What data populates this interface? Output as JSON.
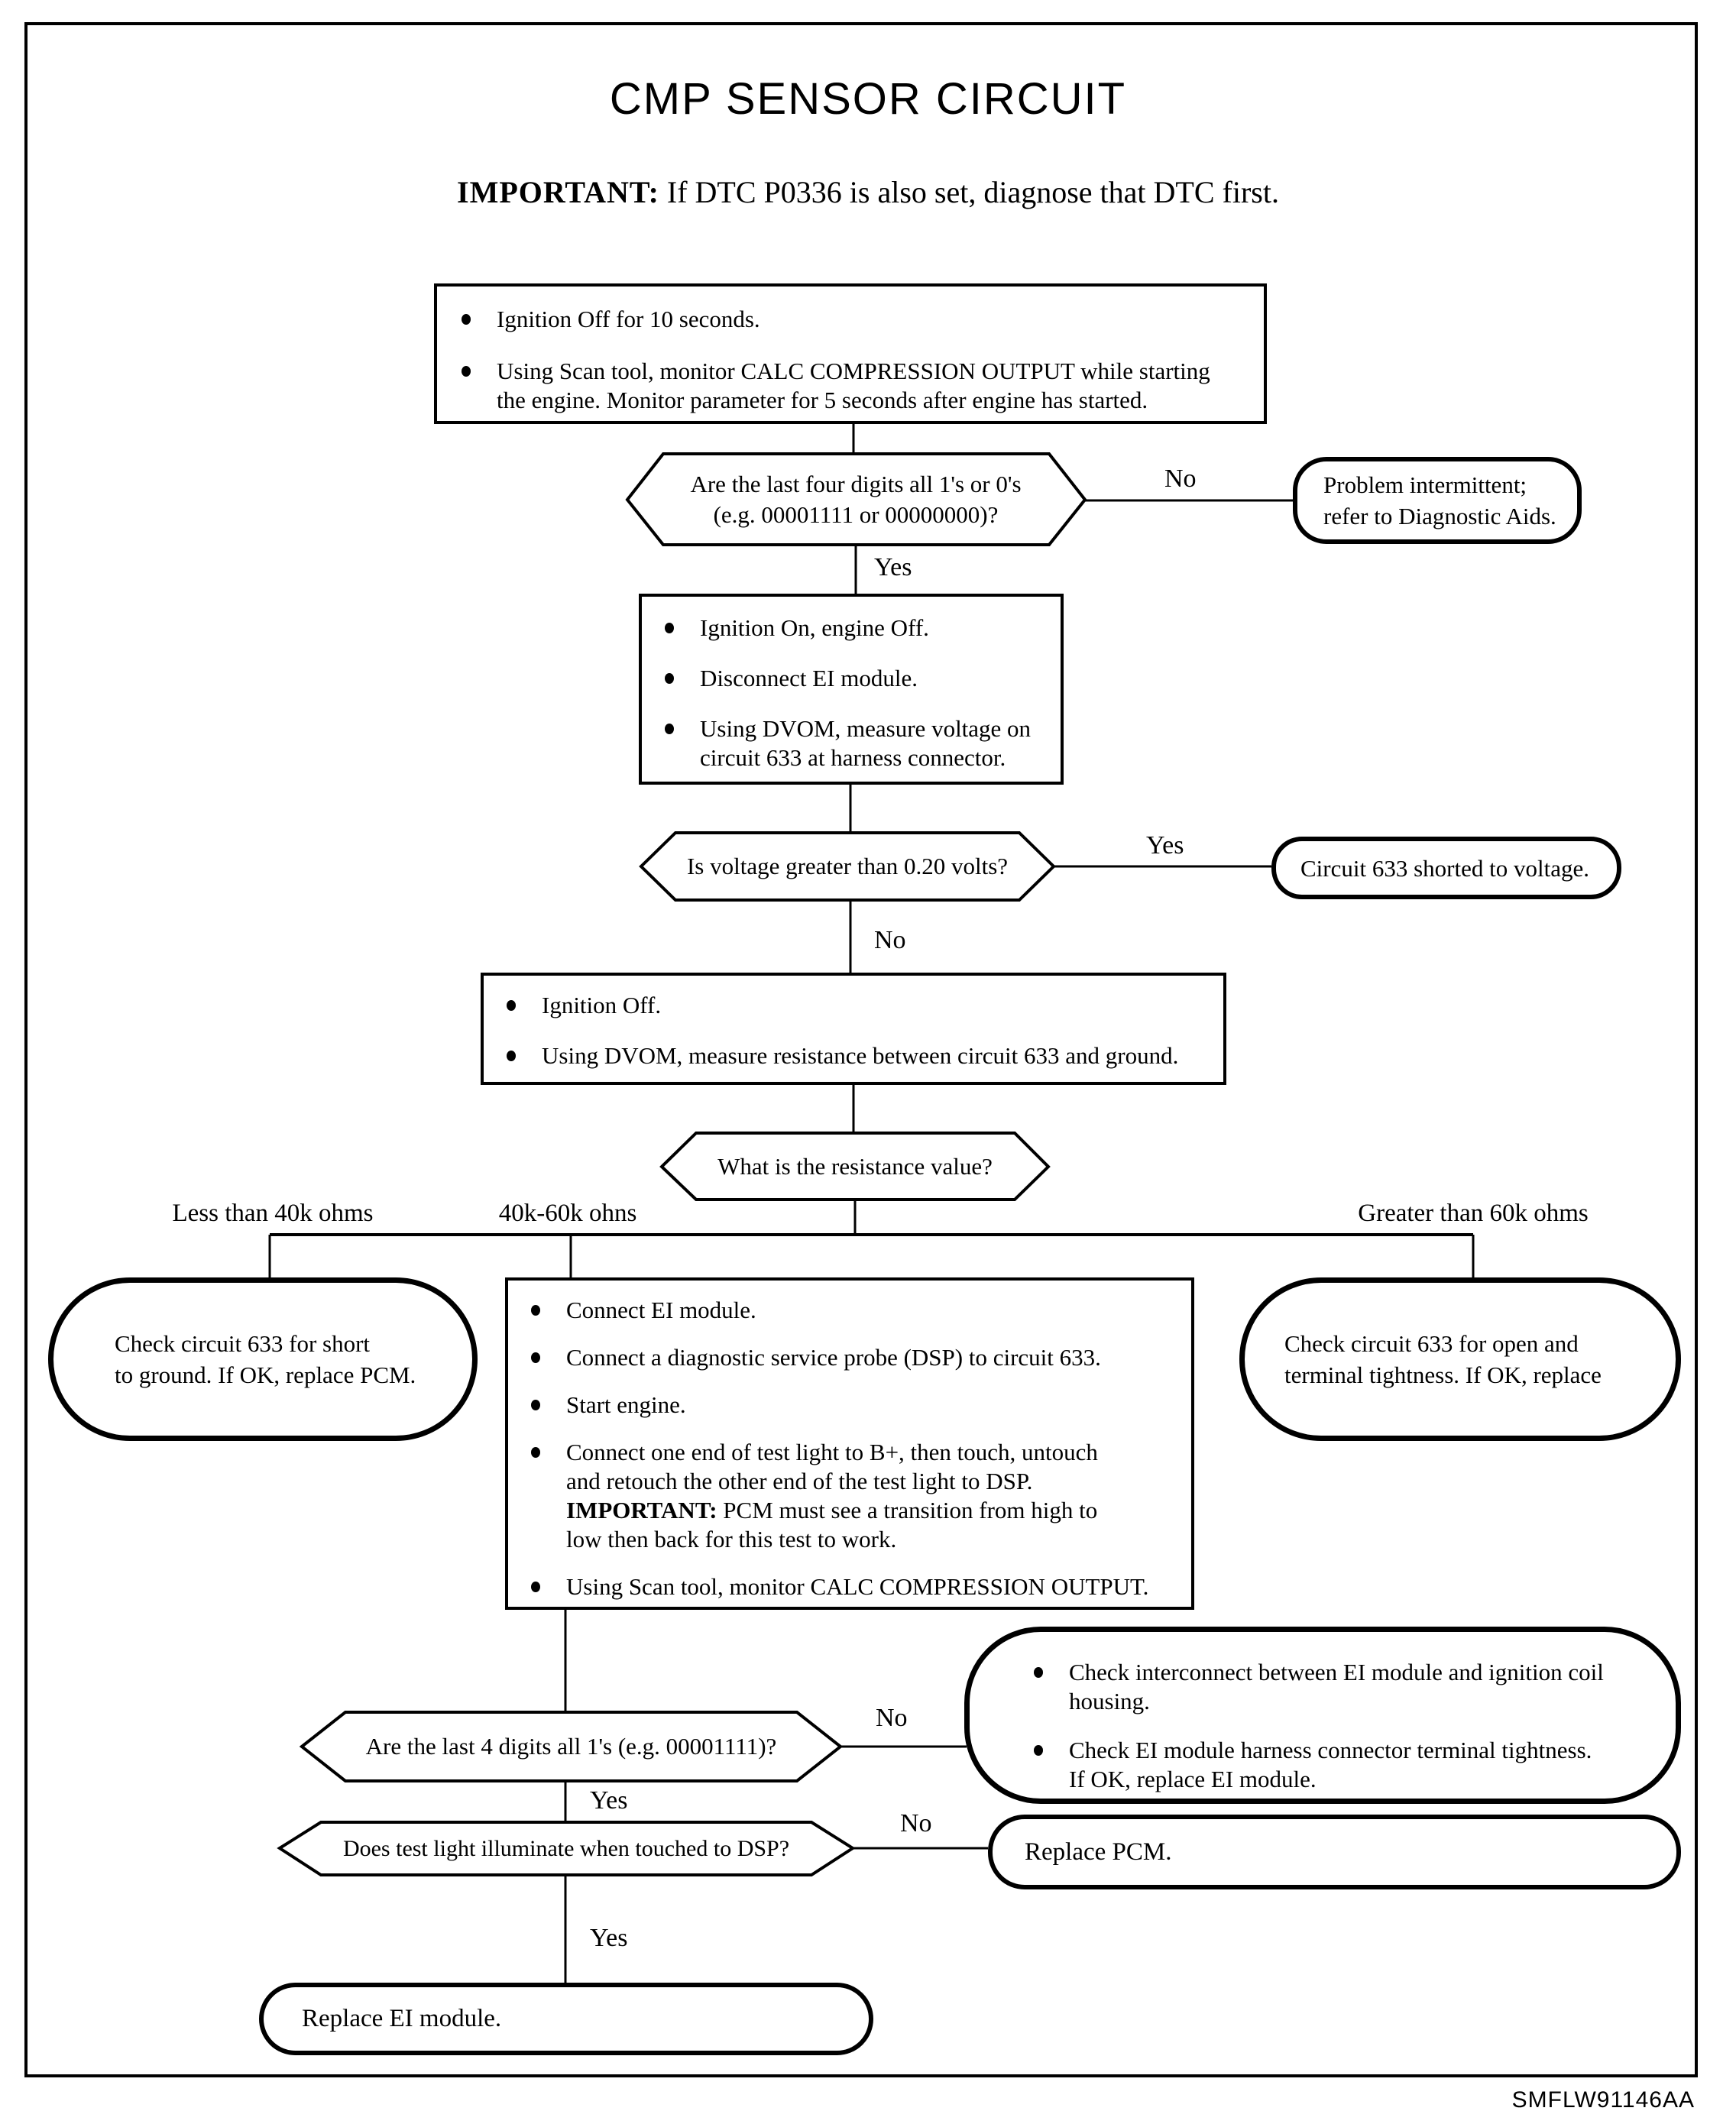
{
  "page": {
    "title": "CMP SENSOR CIRCUIT",
    "important_label": "IMPORTANT:",
    "important_text": " If DTC P0336 is also set, diagnose that DTC first.",
    "footer_code": "SMFLW91146AA",
    "colors": {
      "ink": "#000000",
      "paper": "#ffffff"
    }
  },
  "nodes": {
    "step1": {
      "bullets": [
        "Ignition Off for 10 seconds.",
        "Using Scan tool, monitor CALC COMPRESSION OUTPUT while starting\nthe engine. Monitor parameter for 5 seconds after engine has started."
      ]
    },
    "decision1": {
      "question": "Are the last four digits all 1's or 0's\n(e.g. 00001111 or 00000000)?",
      "labels": {
        "no": "No",
        "yes": "Yes"
      }
    },
    "terminal_intermittent": {
      "text": "Problem intermittent;\nrefer to Diagnostic Aids."
    },
    "step2": {
      "bullets": [
        "Ignition On, engine Off.",
        "Disconnect EI module.",
        "Using DVOM, measure voltage on\ncircuit 633 at harness connector."
      ]
    },
    "decision2": {
      "question": "Is voltage greater than 0.20 volts?",
      "labels": {
        "yes": "Yes",
        "no": "No"
      }
    },
    "terminal_shorted": {
      "text": "Circuit 633 shorted to voltage."
    },
    "step3": {
      "bullets": [
        "Ignition Off.",
        "Using DVOM, measure resistance between circuit 633 and ground."
      ]
    },
    "decision3": {
      "question": "What is the resistance value?",
      "branches": [
        "Less than 40k ohms",
        "40k-60k ohns",
        "Greater than 60k ohms"
      ]
    },
    "terminal_short_ground": {
      "text": "Check circuit 633 for short\nto ground. If OK, replace PCM."
    },
    "step4": {
      "bullets": [
        "Connect EI module.",
        "Connect a diagnostic service probe (DSP) to circuit 633.",
        "Start engine."
      ],
      "bullet4_part1": "Connect one end of test light to B+, then touch, untouch\nand retouch the other end of the test light to DSP.\n",
      "bullet4_important": "IMPORTANT:",
      "bullet4_part2": " PCM must see a transition from high to\nlow then back for this test to work.",
      "bullet5": "Using Scan tool, monitor CALC COMPRESSION OUTPUT."
    },
    "terminal_open": {
      "text": "Check circuit 633 for open and\nterminal tightness. If OK, replace"
    },
    "decision4": {
      "question": "Are the last 4 digits all 1's (e.g. 00001111)?",
      "labels": {
        "no": "No",
        "yes": "Yes"
      }
    },
    "terminal_interconnect": {
      "bullets": [
        "Check interconnect between EI module and ignition coil\nhousing.",
        "Check EI module harness connector terminal tightness.\nIf OK, replace EI module."
      ]
    },
    "decision5": {
      "question": "Does test light illuminate when touched to DSP?",
      "labels": {
        "no": "No",
        "yes": "Yes"
      }
    },
    "terminal_replace_pcm": {
      "text": "Replace PCM."
    },
    "terminal_replace_ei": {
      "text": "Replace EI module."
    }
  }
}
